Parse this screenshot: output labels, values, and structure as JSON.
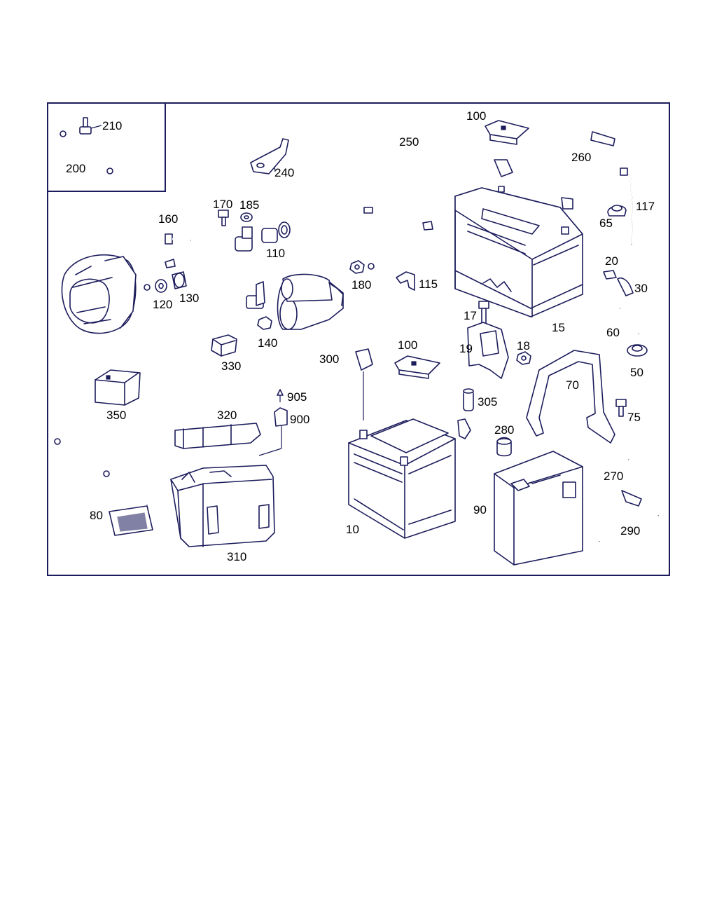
{
  "parts": [
    {
      "id": "p210",
      "label": "210"
    },
    {
      "id": "p200",
      "label": "200"
    },
    {
      "id": "p240",
      "label": "240"
    },
    {
      "id": "p100a",
      "label": "100"
    },
    {
      "id": "p250",
      "label": "250"
    },
    {
      "id": "p260",
      "label": "260"
    },
    {
      "id": "p117",
      "label": "117"
    },
    {
      "id": "p65",
      "label": "65"
    },
    {
      "id": "p170",
      "label": "170"
    },
    {
      "id": "p185",
      "label": "185"
    },
    {
      "id": "p160",
      "label": "160"
    },
    {
      "id": "p110",
      "label": "110"
    },
    {
      "id": "p120",
      "label": "120"
    },
    {
      "id": "p130",
      "label": "130"
    },
    {
      "id": "p180",
      "label": "180"
    },
    {
      "id": "p115",
      "label": "115"
    },
    {
      "id": "p20",
      "label": "20"
    },
    {
      "id": "p30",
      "label": "30"
    },
    {
      "id": "p15",
      "label": "15"
    },
    {
      "id": "p17",
      "label": "17"
    },
    {
      "id": "p60",
      "label": "60"
    },
    {
      "id": "p140",
      "label": "140"
    },
    {
      "id": "p330",
      "label": "330"
    },
    {
      "id": "p300",
      "label": "300"
    },
    {
      "id": "p100b",
      "label": "100"
    },
    {
      "id": "p19",
      "label": "19"
    },
    {
      "id": "p18",
      "label": "18"
    },
    {
      "id": "p50",
      "label": "50"
    },
    {
      "id": "p70",
      "label": "70"
    },
    {
      "id": "p350",
      "label": "350"
    },
    {
      "id": "p905",
      "label": "905"
    },
    {
      "id": "p900",
      "label": "900"
    },
    {
      "id": "p320",
      "label": "320"
    },
    {
      "id": "p305",
      "label": "305"
    },
    {
      "id": "p75",
      "label": "75"
    },
    {
      "id": "p280",
      "label": "280"
    },
    {
      "id": "p270",
      "label": "270"
    },
    {
      "id": "p80",
      "label": "80"
    },
    {
      "id": "p90",
      "label": "90"
    },
    {
      "id": "p10",
      "label": "10"
    },
    {
      "id": "p290",
      "label": "290"
    },
    {
      "id": "p310",
      "label": "310"
    }
  ]
}
